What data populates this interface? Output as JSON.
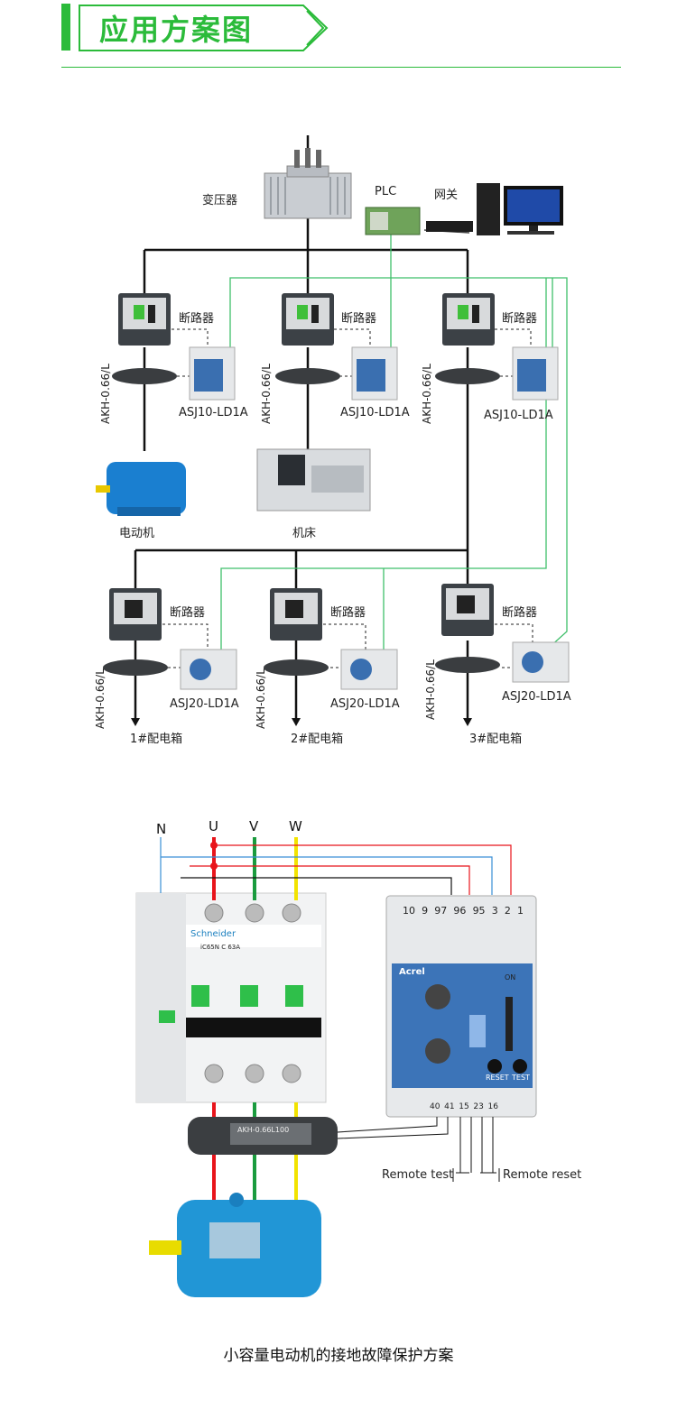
{
  "header": {
    "title": "应用方案图"
  },
  "diagram1": {
    "transformer_label": "变压器",
    "plc_label": "PLC",
    "gateway_label": "网关",
    "breaker_label": "断路器",
    "ct_label_a": "AKH-0.66/L",
    "ct_label_b": "AKH .0.66/L",
    "relay_top": "ASJ10-LD1A",
    "relay_bottom": "ASJ20-LD1A",
    "motor_label": "电动机",
    "machine_label": "机床",
    "box1": "1#配电箱",
    "box2": "2#配电箱",
    "box3": "3#配电箱"
  },
  "diagram2": {
    "phase_n": "N",
    "phase_u": "U",
    "phase_v": "V",
    "phase_w": "W",
    "terminals_top": [
      "10",
      "9",
      "97",
      "96",
      "95",
      "3",
      "2",
      "1"
    ],
    "terminals_bottom": [
      "40",
      "41",
      "15",
      "23",
      "16"
    ],
    "ct_text": "AKH-0.66L100",
    "relay_brand": "Acrel",
    "breaker_brand": "Schneider",
    "breaker_model": "iC65N C 63A",
    "reset_label": "RESET",
    "test_label": "TEST",
    "on_label": "ON",
    "remote_test": "Remote test",
    "remote_reset": "Remote reset",
    "colors": {
      "u": "#e8141b",
      "v": "#1a9b3e",
      "w": "#f2e300",
      "n": "#3a8fd6",
      "green_bus": "#3fbf6a"
    }
  },
  "caption": "小容量电动机的接地故障保护方案"
}
